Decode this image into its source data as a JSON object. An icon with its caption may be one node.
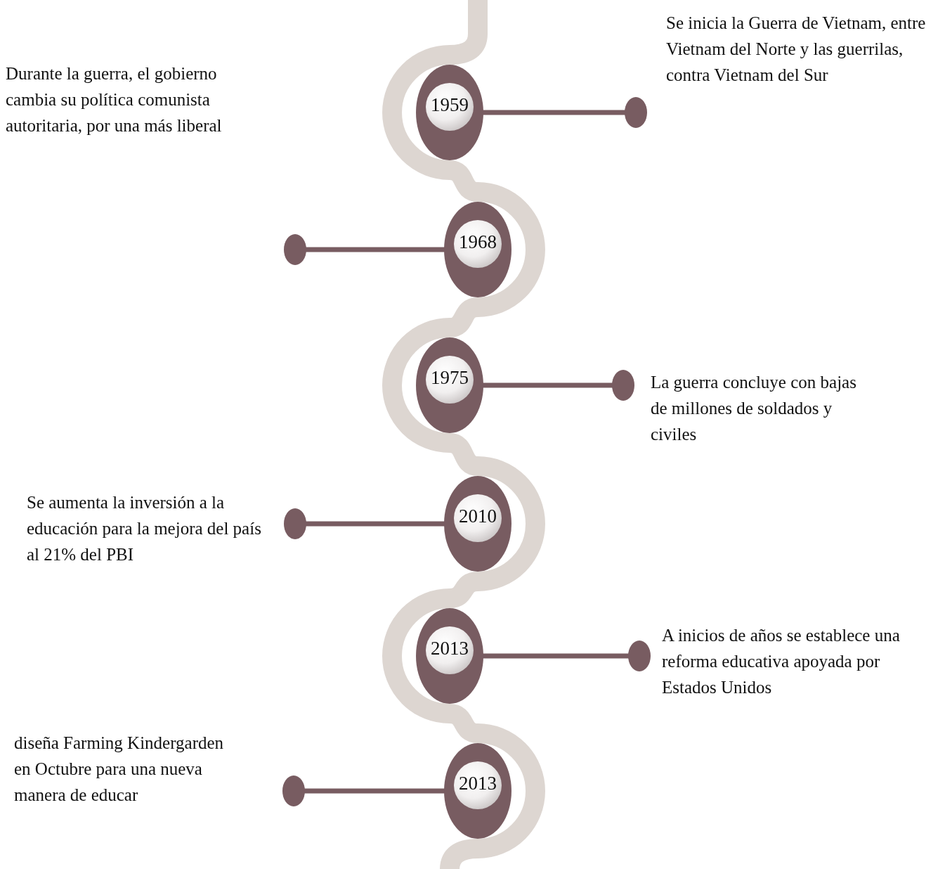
{
  "diagram": {
    "nodes": [
      {
        "text": [
          "1959"
        ]
      },
      {
        "text": [],
        "shape": "circle"
      },
      {
        "text": [
          "1968"
        ]
      },
      {
        "text": [],
        "shape": "circle"
      },
      {
        "text": [
          "1975"
        ]
      },
      {
        "text": [],
        "shape": "circle"
      },
      {
        "text": [
          "2010"
        ]
      },
      {
        "text": [],
        "shape": "circle"
      },
      {
        "text": [
          "2013"
        ]
      },
      {
        "text": [],
        "shape": "circle"
      },
      {
        "text": [
          "2013"
        ]
      },
      {
        "text": [],
        "shape": "circle"
      }
    ],
    "edges": [
      {
        "from": 0,
        "to": 1,
        "arrow": "none"
      },
      {
        "from": 2,
        "to": 3,
        "arrow": "none"
      },
      {
        "from": 4,
        "to": 5,
        "arrow": "none"
      },
      {
        "from": 6,
        "to": 7,
        "arrow": "none"
      },
      {
        "from": 8,
        "to": 9,
        "arrow": "none"
      },
      {
        "from": 10,
        "to": 11,
        "arrow": "none"
      }
    ],
    "labels": [
      "Se inicia la Guerra de Vietnam, entre Vietnam del Norte y las guerrilas, contra Vietnam del Sur",
      "Durante la guerra, el gobierno cambia su política comunista autoritaria, por una más liberal",
      "La guerra concluye con bajas de  millones de soldados y civiles",
      "Se aumenta la inversión a la educación para la mejora del país al 21% del PBI",
      "A inicios de años se establece una reforma educativa apoyada por  Estados Unidos",
      "diseña Farming Kindergarden en Octubre para una nueva manera de educar"
    ]
  }
}
